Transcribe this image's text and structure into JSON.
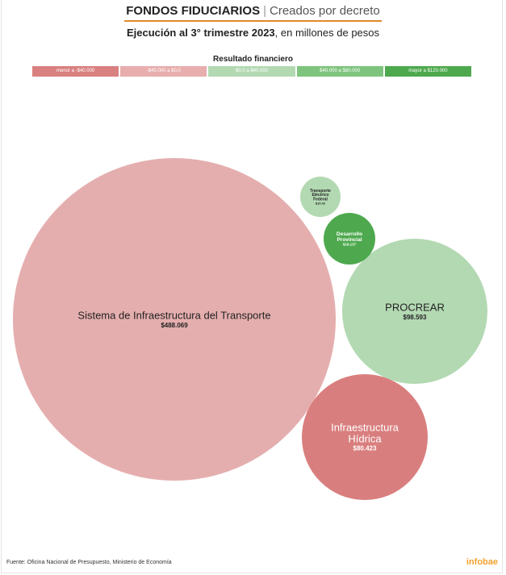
{
  "header": {
    "title_bold": "FONDOS FIDUCIARIOS",
    "separator": "|",
    "title_light": "Creados por decreto",
    "subtitle_bold": "Ejecución al 3° trimestre 2023",
    "subtitle_rest": ", en millones de pesos"
  },
  "legend": {
    "title": "Resultado financiero",
    "items": [
      {
        "label": "menor a -$40.000",
        "color": "#d98080"
      },
      {
        "label": "-$40.000 a $0,0",
        "color": "#e8adad"
      },
      {
        "label": "$0,0 a $40.000",
        "color": "#b3d9b3"
      },
      {
        "label": "$40.000 a $80.000",
        "color": "#7ec47e"
      },
      {
        "label": "mayor a $120.000",
        "color": "#4ea94e"
      }
    ]
  },
  "chart_data": {
    "type": "bubble",
    "size_unit": "millones de pesos",
    "bubbles": [
      {
        "name": "Sistema de Infraestructura del Transporte",
        "value_label": "$488.069",
        "value": 488069,
        "color": "#e5aeae",
        "text_color": "#222222"
      },
      {
        "name": "PROCREAR",
        "value_label": "$98.593",
        "value": 98593,
        "color": "#b3d9b3",
        "text_color": "#222222"
      },
      {
        "name": "Infraestructura Hídrica",
        "value_label": "$80.423",
        "value": 80423,
        "color": "#d97e7e",
        "text_color": "#ffffff"
      },
      {
        "name": "Desarrollo Provincial",
        "value_label": "$19.137",
        "value": 19137,
        "color": "#4ea94e",
        "text_color": "#ffffff"
      },
      {
        "name": "Transporte Eléctrico Federal",
        "value_label": "$10.42",
        "value": 10420,
        "color": "#b3d9b3",
        "text_color": "#222222"
      }
    ]
  },
  "footer": {
    "source": "Fuente: Oficina Nacional de Presupuesto, Ministerio de Economía",
    "brand": "infobae"
  }
}
